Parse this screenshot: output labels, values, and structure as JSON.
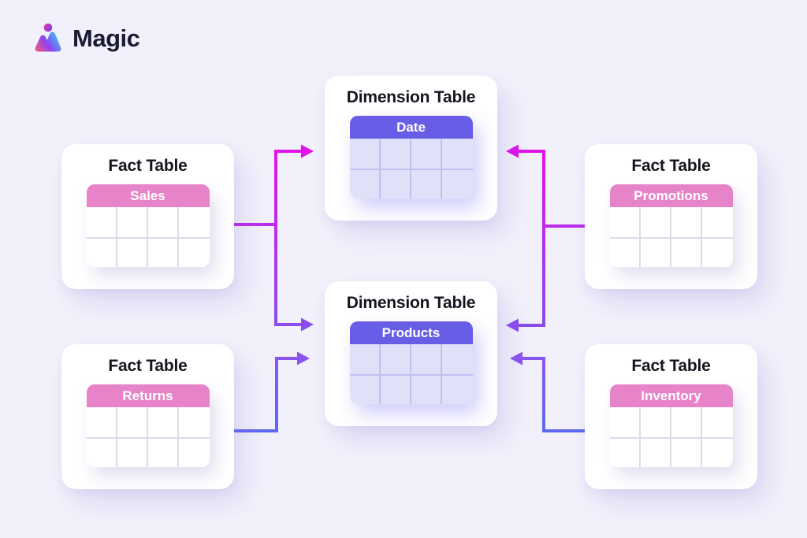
{
  "brand": {
    "name": "Magic"
  },
  "palette": {
    "page_bg": "#F2F1FB",
    "card_bg": "#FFFFFF",
    "title_text": "#15151F",
    "fact_header_bg": "#E783C8",
    "dimension_header_bg": "#685DE7",
    "dimension_cell_bg": "#E0E1F9",
    "dimension_grid_line": "#BDC1F2",
    "fact_grid_line": "#DCDCE9",
    "arrow_magenta": "#E111E9",
    "arrow_purple": "#8B4BEF",
    "arrow_blue_violet": "#5F68F0"
  },
  "cards": [
    {
      "id": "fact-sales",
      "title": "Fact Table",
      "table_name": "Sales",
      "type": "fact",
      "rows": 2,
      "cols": 4
    },
    {
      "id": "fact-returns",
      "title": "Fact Table",
      "table_name": "Returns",
      "type": "fact",
      "rows": 2,
      "cols": 4
    },
    {
      "id": "dim-date",
      "title": "Dimension Table",
      "table_name": "Date",
      "type": "dimension",
      "rows": 2,
      "cols": 4
    },
    {
      "id": "dim-products",
      "title": "Dimension Table",
      "table_name": "Products",
      "type": "dimension",
      "rows": 2,
      "cols": 4
    },
    {
      "id": "fact-promotions",
      "title": "Fact Table",
      "table_name": "Promotions",
      "type": "fact",
      "rows": 2,
      "cols": 4
    },
    {
      "id": "fact-inventory",
      "title": "Fact Table",
      "table_name": "Inventory",
      "type": "fact",
      "rows": 2,
      "cols": 4
    }
  ],
  "connections": [
    {
      "from": "Sales",
      "to": "Date"
    },
    {
      "from": "Sales",
      "to": "Products"
    },
    {
      "from": "Returns",
      "to": "Products"
    },
    {
      "from": "Promotions",
      "to": "Date"
    },
    {
      "from": "Promotions",
      "to": "Products"
    },
    {
      "from": "Inventory",
      "to": "Products"
    }
  ]
}
